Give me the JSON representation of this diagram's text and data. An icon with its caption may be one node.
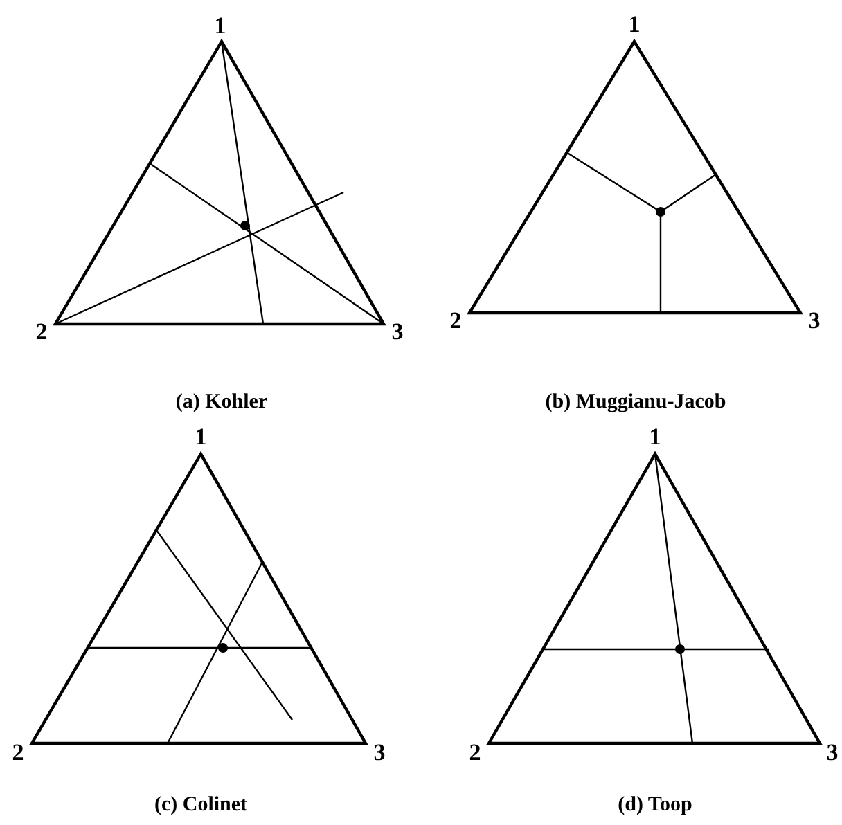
{
  "diagram": {
    "labels": [
      "1",
      "2",
      "3",
      "(a) Kohler",
      "1",
      "2",
      "3",
      "(b) Muggianu-Jacob",
      "1",
      "2",
      "3",
      "(c) Colinet",
      "1",
      "2",
      "3",
      "(d) Toop"
    ]
  }
}
